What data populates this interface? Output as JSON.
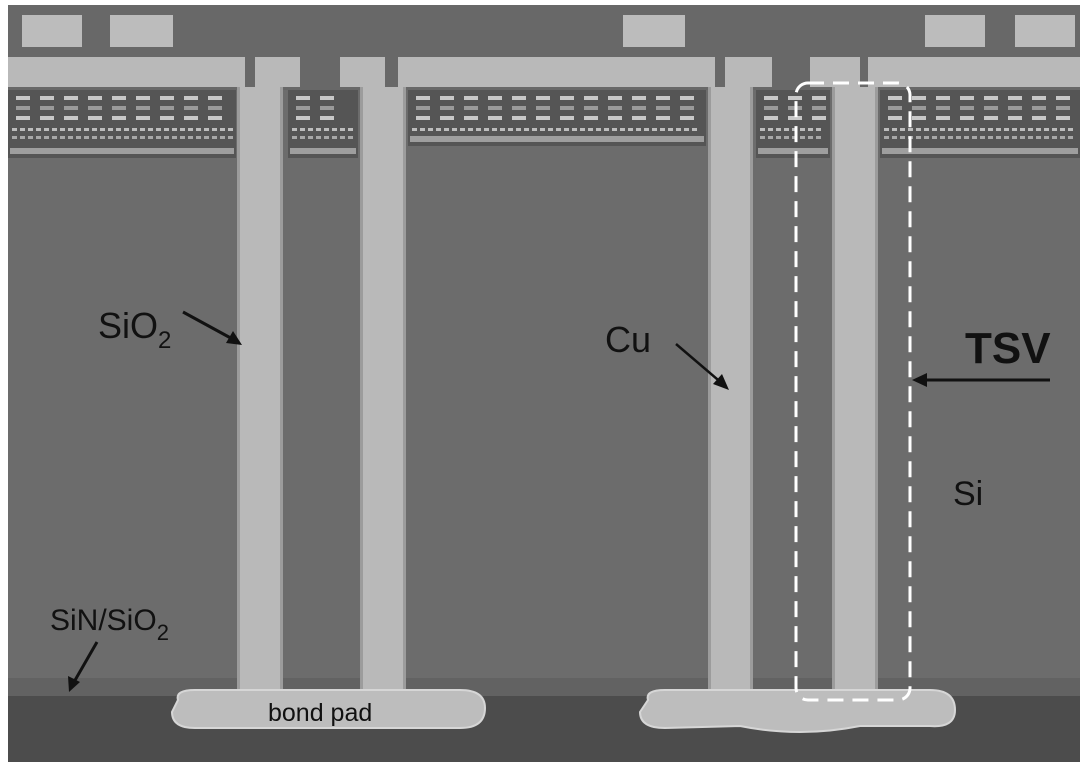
{
  "labels": {
    "sio2": "SiO",
    "sio2_sub": "2",
    "cu": "Cu",
    "tsv": "TSV",
    "si": "Si",
    "sin_sio2": "SiN/SiO",
    "sin_sio2_sub": "2",
    "bond_pad": "bond pad"
  },
  "colors": {
    "silicon": "#6c6c6c",
    "metal": "#b9b9b9",
    "dielectric_top": "#686868",
    "device_layer": "#555555",
    "bottom_layer": "#4c4c4c",
    "highlight": "#ffffff"
  }
}
